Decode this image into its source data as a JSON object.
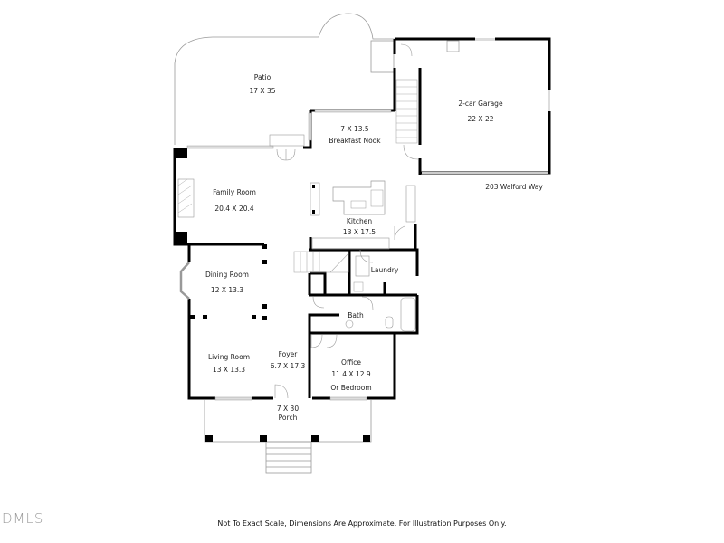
{
  "rooms": {
    "patio": {
      "name": "Patio",
      "dims": "17 X 35"
    },
    "garage": {
      "name": "2-car Garage",
      "dims": "22 X 22"
    },
    "breakfast_nook": {
      "name": "Breakfast Nook",
      "dims": "7 X 13.5"
    },
    "family_room": {
      "name": "Family Room",
      "dims": "20.4 X 20.4"
    },
    "kitchen": {
      "name": "Kitchen",
      "dims": "13 X 17.5"
    },
    "dining_room": {
      "name": "Dining Room",
      "dims": "12 X 13.3"
    },
    "laundry": {
      "name": "Laundry"
    },
    "bath": {
      "name": "Bath"
    },
    "living_room": {
      "name": "Living Room",
      "dims": "13 X 13.3"
    },
    "foyer": {
      "name": "Foyer",
      "dims": "6.7 X 17.3"
    },
    "office": {
      "name": "Office",
      "dims": "11.4 X 12.9",
      "alt": "Or Bedroom"
    },
    "porch": {
      "name": "Porch",
      "dims": "7 X 30"
    }
  },
  "address": "203 Walford Way",
  "footer": "Not To Exact Scale, Dimensions Are Approximate. For Illustration Purposes Only.",
  "logo": "DMLS",
  "colors": {
    "wall": "#000000",
    "outline": "#9a9a9a",
    "window": "#d8d8d8",
    "text": "#222222"
  }
}
